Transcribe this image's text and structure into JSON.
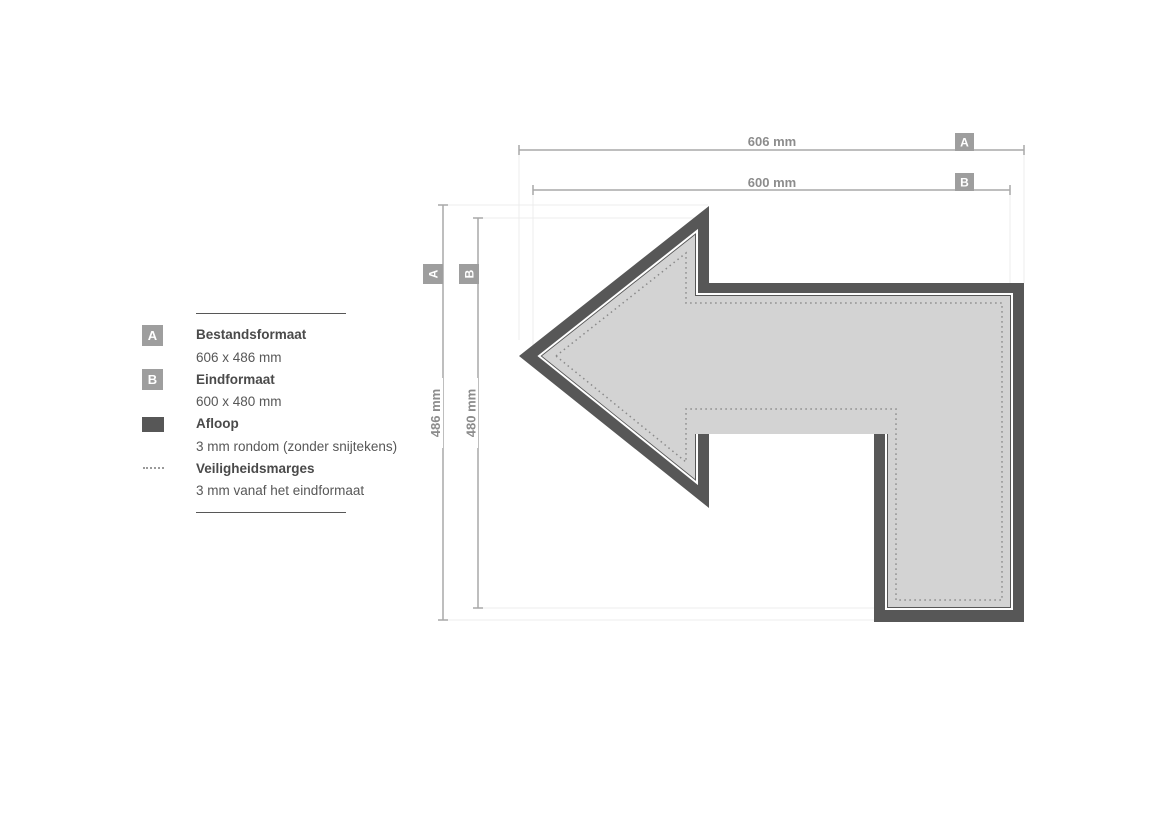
{
  "legend": {
    "items": [
      {
        "marker": "A",
        "title": "Bestandsformaat",
        "description": "606 x 486 mm"
      },
      {
        "marker": "B",
        "title": "Eindformaat",
        "description": "600 x 480 mm"
      },
      {
        "marker": "bleed-swatch",
        "title": "Afloop",
        "description": "3 mm rondom (zonder snijtekens)"
      },
      {
        "marker": "dotted-line",
        "title": "Veiligheidsmarges",
        "description": "3 mm vanaf het eindformaat"
      }
    ]
  },
  "dimensions": {
    "file_width": {
      "label": "606 mm",
      "badge": "A"
    },
    "final_width": {
      "label": "600 mm",
      "badge": "B"
    },
    "file_height": {
      "label": "486 mm",
      "badge": "A"
    },
    "final_height": {
      "label": "480 mm",
      "badge": "B"
    }
  },
  "colors": {
    "bleed": "#575757",
    "fill": "#d3d3d3",
    "badge": "#9e9e9e",
    "dimension_line": "#a8a8a8",
    "safety_dots": "#8a8a8a"
  },
  "shape": {
    "type": "arrow-left-turn-down"
  }
}
